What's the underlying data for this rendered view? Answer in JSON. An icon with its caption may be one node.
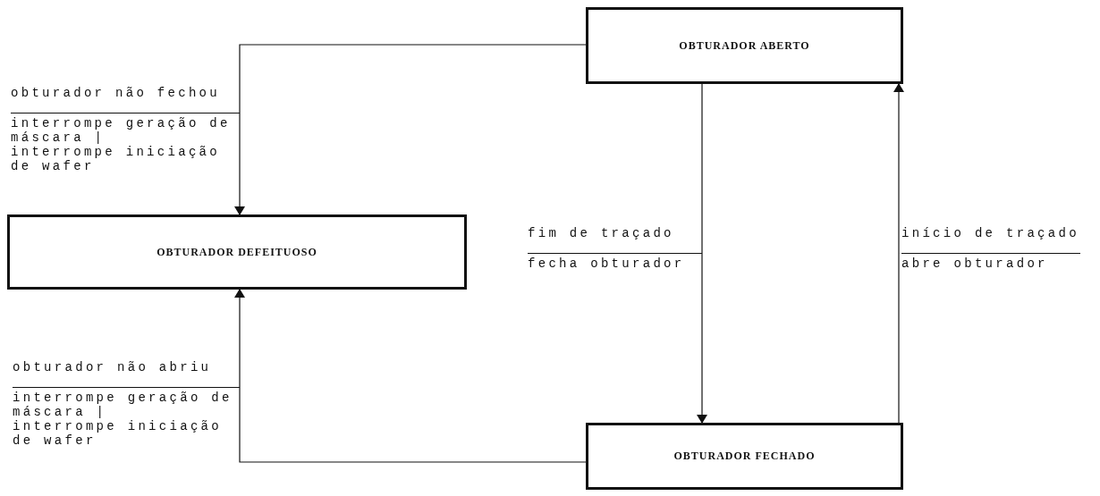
{
  "diagram": {
    "nodes": [
      {
        "text": [
          "OBTURADOR ABERTO"
        ]
      },
      {
        "text": [
          "OBTURADOR DEFEITUOSO"
        ]
      },
      {
        "text": [
          "OBTURADOR FECHADO"
        ]
      }
    ],
    "edges": [
      {
        "from": 0,
        "to": 1,
        "arrow": "to",
        "label": "obturador não fechou"
      },
      {
        "from": 0,
        "to": 2,
        "arrow": "to",
        "label": "fim de traçado"
      },
      {
        "from": 2,
        "to": 0,
        "arrow": "to",
        "label": "início de traçado"
      },
      {
        "from": 2,
        "to": 1,
        "arrow": "to",
        "label": "obturador não abriu"
      }
    ],
    "labels": [
      "interrompe geração de máscara |",
      "interrompe iniciação de wafer",
      "fecha obturador",
      "abre obturador",
      "interrompe geração de máscara |",
      "interrompe iniciação de wafer"
    ]
  }
}
